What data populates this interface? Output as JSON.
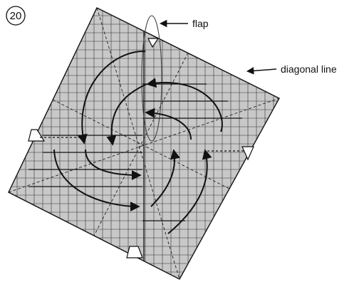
{
  "step": {
    "number": "20"
  },
  "labels": {
    "flap": "flap",
    "diagonal_line": "diagonal line"
  },
  "colors": {
    "paper_fill": "#c8c8c8",
    "line": "#111111",
    "background": "#ffffff"
  }
}
